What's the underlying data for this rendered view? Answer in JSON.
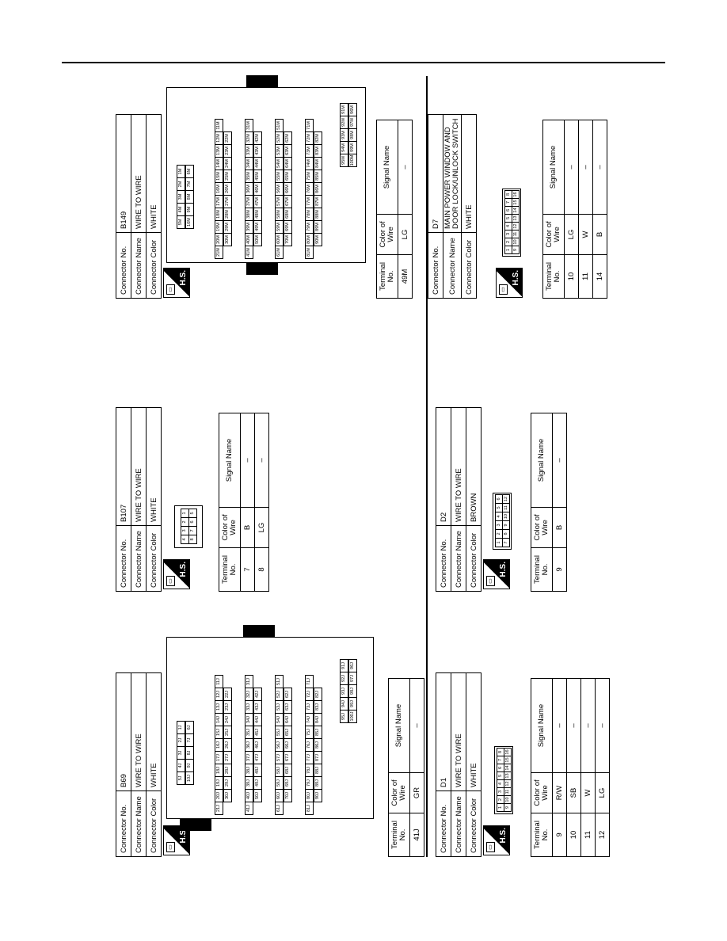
{
  "labels": {
    "connector_no": "Connector No.",
    "connector_name": "Connector Name",
    "connector_color": "Connector Color",
    "terminal_no": "Terminal No.",
    "color_of_wire": "Color of Wire",
    "signal_name": "Signal Name",
    "hs": "H.S."
  },
  "connectors": [
    {
      "no": "B69",
      "name": "WIRE TO WIRE",
      "color": "WHITE",
      "rows": [
        {
          "terminal": "41J",
          "wire": "GR",
          "signal": "–"
        }
      ]
    },
    {
      "no": "B107",
      "name": "WIRE TO WIRE",
      "color": "WHITE",
      "rows": [
        {
          "terminal": "7",
          "wire": "B",
          "signal": "–"
        },
        {
          "terminal": "8",
          "wire": "LG",
          "signal": "–"
        }
      ]
    },
    {
      "no": "B149",
      "name": "WIRE TO WIRE",
      "color": "WHITE",
      "rows": [
        {
          "terminal": "49M",
          "wire": "LG",
          "signal": "–"
        }
      ]
    },
    {
      "no": "D1",
      "name": "WIRE TO WIRE",
      "color": "WHITE",
      "rows": [
        {
          "terminal": "9",
          "wire": "R/W",
          "signal": "–"
        },
        {
          "terminal": "10",
          "wire": "SB",
          "signal": "–"
        },
        {
          "terminal": "11",
          "wire": "W",
          "signal": "–"
        },
        {
          "terminal": "12",
          "wire": "LG",
          "signal": "–"
        }
      ]
    },
    {
      "no": "D2",
      "name": "WIRE TO WIRE",
      "color": "BROWN",
      "rows": [
        {
          "terminal": "9",
          "wire": "B",
          "signal": "–"
        }
      ]
    },
    {
      "no": "D7",
      "name": "MAIN POWER WINDOW AND DOOR LOCK/UNLOCK SWITCH",
      "color": "WHITE",
      "rows": [
        {
          "terminal": "10",
          "wire": "LG",
          "signal": "–"
        },
        {
          "terminal": "11",
          "wire": "W",
          "signal": "–"
        },
        {
          "terminal": "14",
          "wire": "B",
          "signal": "–"
        }
      ]
    }
  ],
  "pins": {
    "b107": [
      "4",
      "3",
      "2",
      "1",
      "8",
      "7",
      "6",
      "5"
    ],
    "d1": [
      "1",
      "2",
      "3",
      "4",
      "5",
      "6",
      "7",
      "8",
      "9",
      "10",
      "11",
      "12",
      "13",
      "14",
      "15",
      "16"
    ],
    "d2": [
      "1",
      "2",
      "3",
      "4",
      "5",
      "6",
      "7",
      "8",
      "9",
      "10",
      "11",
      "12"
    ],
    "d7": [
      "1",
      "2",
      "3",
      "4",
      "5",
      "6",
      "7",
      "8",
      "9",
      "10",
      "11",
      "12",
      "13",
      "14",
      "15",
      "16"
    ],
    "b69_top": [
      "5J",
      "4J",
      "3J",
      "2J",
      "1J",
      "10J",
      "9J",
      "8J",
      "7J",
      "6J"
    ],
    "b69_rows": [
      [
        "21J",
        "20J",
        "19J",
        "18J",
        "17J",
        "16J",
        "15J",
        "14J",
        "13J",
        "12J",
        "11J"
      ],
      [
        "30J",
        "29J",
        "28J",
        "27J",
        "26J",
        "25J",
        "24J",
        "23J",
        "22J"
      ],
      [
        "41J",
        "40J",
        "39J",
        "38J",
        "37J",
        "36J",
        "35J",
        "34J",
        "33J",
        "32J",
        "31J"
      ],
      [
        "50J",
        "49J",
        "48J",
        "47J",
        "46J",
        "45J",
        "44J",
        "43J",
        "42J"
      ],
      [
        "61J",
        "60J",
        "59J",
        "58J",
        "57J",
        "56J",
        "55J",
        "54J",
        "53J",
        "52J",
        "51J"
      ],
      [
        "70J",
        "69J",
        "68J",
        "67J",
        "66J",
        "65J",
        "64J",
        "63J",
        "62J"
      ],
      [
        "81J",
        "80J",
        "79J",
        "78J",
        "77J",
        "76J",
        "75J",
        "74J",
        "73J",
        "72J",
        "71J"
      ],
      [
        "90J",
        "89J",
        "88J",
        "87J",
        "86J",
        "85J",
        "84J",
        "83J",
        "82J"
      ]
    ],
    "b69_bottom": [
      "95J",
      "94J",
      "93J",
      "92J",
      "91J",
      "100J",
      "99J",
      "98J",
      "97J",
      "96J"
    ],
    "b149_top": [
      "5M",
      "4M",
      "3M",
      "2M",
      "1M",
      "10M",
      "9M",
      "8M",
      "7M",
      "6M"
    ],
    "b149_rows": [
      [
        "21M",
        "20M",
        "19M",
        "18M",
        "17M",
        "16M",
        "15M",
        "14M",
        "13M",
        "12M",
        "11M"
      ],
      [
        "30M",
        "29M",
        "28M",
        "27M",
        "26M",
        "25M",
        "24M",
        "23M",
        "22M"
      ],
      [
        "41M",
        "40M",
        "39M",
        "38M",
        "37M",
        "36M",
        "35M",
        "34M",
        "33M",
        "32M",
        "31M"
      ],
      [
        "50M",
        "49M",
        "48M",
        "47M",
        "46M",
        "45M",
        "44M",
        "43M",
        "42M"
      ],
      [
        "61M",
        "60M",
        "59M",
        "58M",
        "57M",
        "56M",
        "55M",
        "54M",
        "53M",
        "52M",
        "51M"
      ],
      [
        "70M",
        "69M",
        "68M",
        "67M",
        "66M",
        "65M",
        "64M",
        "63M",
        "62M"
      ],
      [
        "81M",
        "80M",
        "79M",
        "78M",
        "77M",
        "76M",
        "75M",
        "74M",
        "73M",
        "72M",
        "71M"
      ],
      [
        "90M",
        "89M",
        "88M",
        "87M",
        "86M",
        "85M",
        "84M",
        "83M",
        "82M"
      ]
    ],
    "b149_bottom": [
      "95M",
      "94M",
      "93M",
      "92M",
      "91M",
      "100M",
      "99M",
      "98M",
      "97M",
      "96M"
    ]
  }
}
